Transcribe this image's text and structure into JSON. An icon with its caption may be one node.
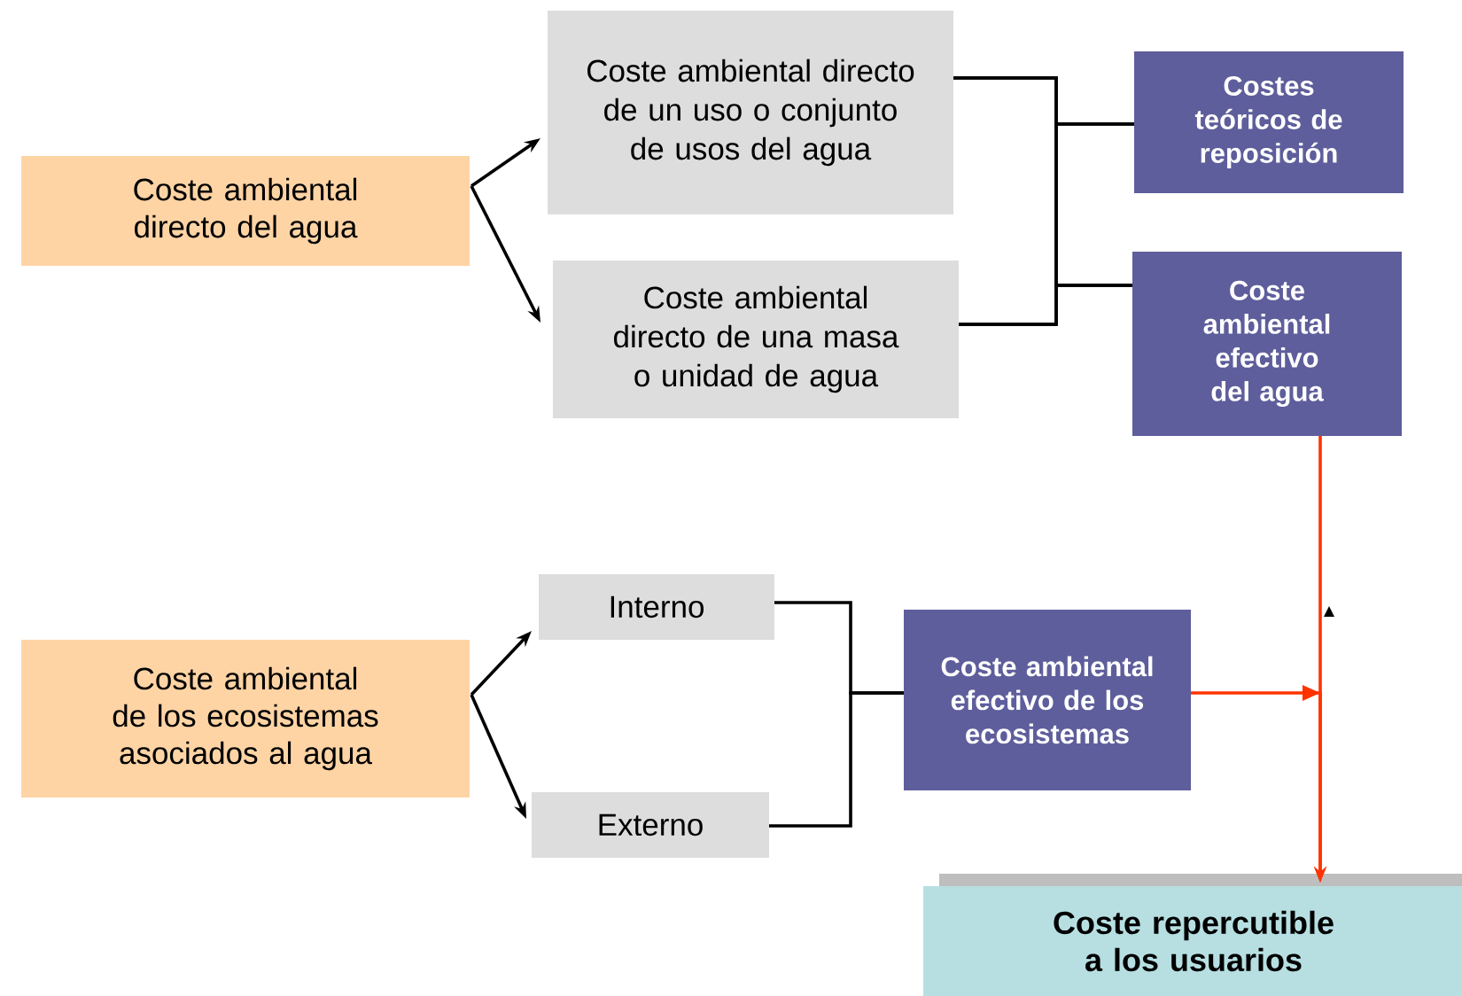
{
  "diagram": {
    "nodes": [
      {
        "text": [
          "Coste ambiental directo del agua"
        ]
      },
      {
        "text": [
          "Coste ambiental directo de un uso o conjunto de usos del agua"
        ]
      },
      {
        "text": [
          "Coste ambiental directo de una masa o unidad de agua"
        ]
      },
      {
        "text": [
          "Costes teóricos de reposición"
        ]
      },
      {
        "text": [
          "Coste ambiental efectivo del agua"
        ]
      },
      {
        "text": [
          "Coste ambiental de los ecosistemas asociados al agua"
        ]
      },
      {
        "text": [
          "Interno"
        ]
      },
      {
        "text": [
          "Externo"
        ]
      },
      {
        "text": [
          "Coste ambiental efectivo de los ecosistemas"
        ]
      },
      {
        "text": [
          "Coste repercutible a los usuarios"
        ]
      }
    ],
    "edges": [
      {
        "from": 0,
        "to": 1,
        "arrow": "to"
      },
      {
        "from": 0,
        "to": 2,
        "arrow": "to"
      },
      {
        "from": 1,
        "to": 3,
        "arrow": "none"
      },
      {
        "from": 1,
        "to": 4,
        "arrow": "none"
      },
      {
        "from": 2,
        "to": 3,
        "arrow": "none"
      },
      {
        "from": 2,
        "to": 4,
        "arrow": "none"
      },
      {
        "from": 5,
        "to": 6,
        "arrow": "to"
      },
      {
        "from": 5,
        "to": 7,
        "arrow": "to"
      },
      {
        "from": 6,
        "to": 8,
        "arrow": "none"
      },
      {
        "from": 7,
        "to": 8,
        "arrow": "none"
      },
      {
        "from": 4,
        "to": 9,
        "arrow": "to",
        "color": "#ff3300"
      },
      {
        "from": 8,
        "to": 9,
        "arrow": "to",
        "color": "#ff3300"
      }
    ]
  }
}
